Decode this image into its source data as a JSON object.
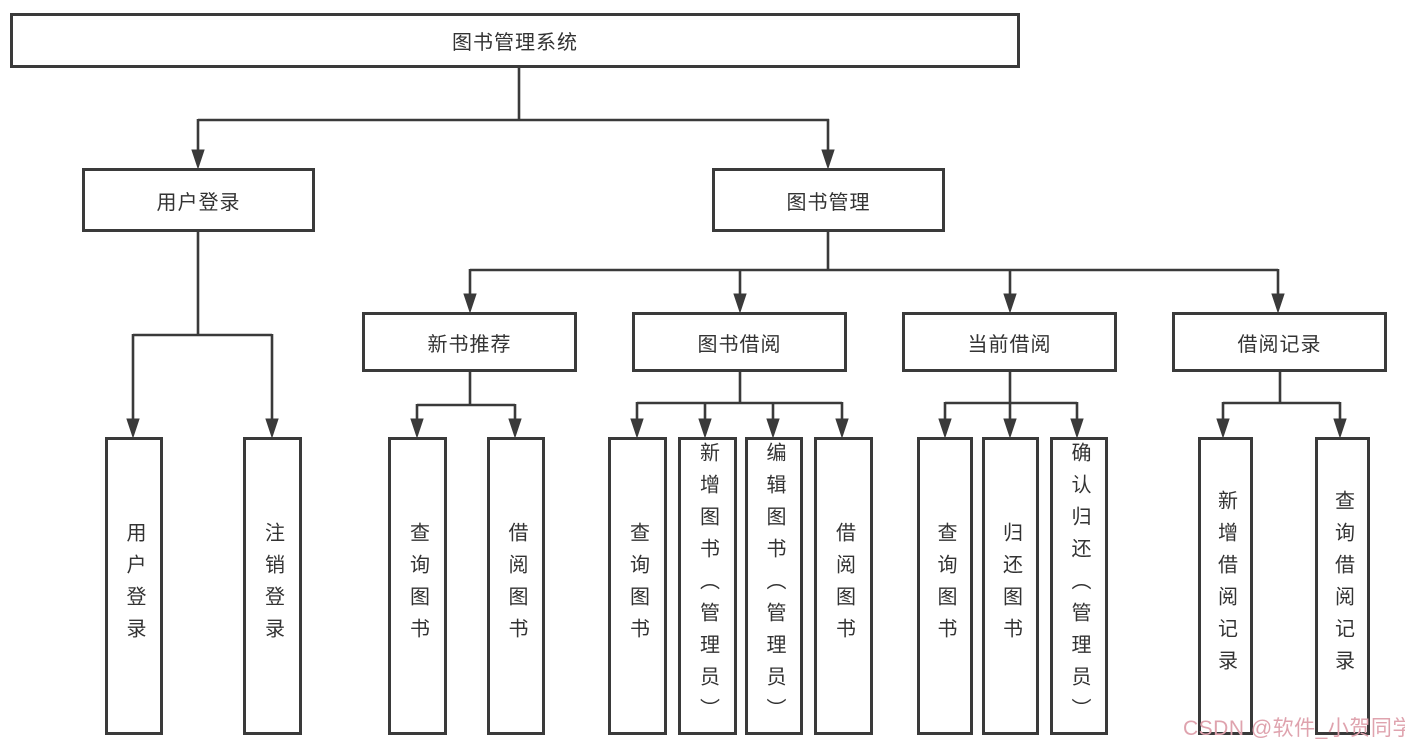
{
  "tree": {
    "label": "图书管理系统",
    "children": [
      {
        "label": "用户登录",
        "children": [
          {
            "label": "用户登录"
          },
          {
            "label": "注销登录"
          }
        ]
      },
      {
        "label": "图书管理",
        "children": [
          {
            "label": "新书推荐",
            "children": [
              {
                "label": "查询图书"
              },
              {
                "label": "借阅图书"
              }
            ]
          },
          {
            "label": "图书借阅",
            "children": [
              {
                "label": "查询图书"
              },
              {
                "label": "新增图书（管理员）"
              },
              {
                "label": "编辑图书（管理员）"
              },
              {
                "label": "借阅图书"
              }
            ]
          },
          {
            "label": "当前借阅",
            "children": [
              {
                "label": "查询图书"
              },
              {
                "label": "归还图书"
              },
              {
                "label": "确认归还（管理员）"
              }
            ]
          },
          {
            "label": "借阅记录",
            "children": [
              {
                "label": "新增借阅记录"
              },
              {
                "label": "查询借阅记录"
              }
            ]
          }
        ]
      }
    ]
  },
  "watermark": {
    "text": "CSDN @软件_小贺同学"
  },
  "colors": {
    "line": "#3a3a3a",
    "text": "#333333",
    "watermark": "#dfa3ae",
    "background": "#ffffff"
  }
}
